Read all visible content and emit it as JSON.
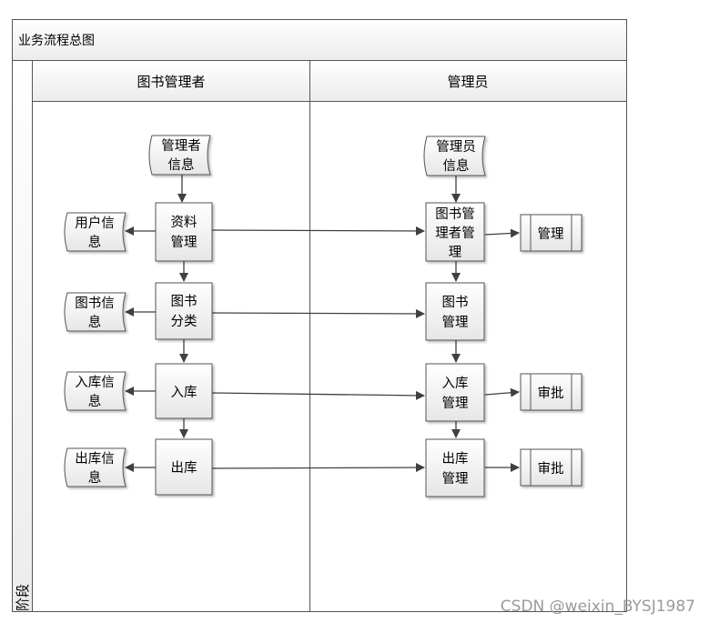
{
  "title": "业务流程总图",
  "lanes": {
    "left": "图书管理者",
    "right": "管理员"
  },
  "phase_label": "阶段",
  "nodes": {
    "admin_info": [
      "管理者",
      "信息"
    ],
    "profile_mgmt": [
      "资料",
      "管理"
    ],
    "user_info": [
      "用户信",
      "息"
    ],
    "book_category": [
      "图书",
      "分类"
    ],
    "book_info": [
      "图书信",
      "息"
    ],
    "stock_in": [
      "入库"
    ],
    "stock_in_info": [
      "入库信",
      "息"
    ],
    "stock_out": [
      "出库"
    ],
    "stock_out_info": [
      "出库信",
      "息"
    ],
    "staff_info": [
      "管理员",
      "信息"
    ],
    "book_admin_mgmt": [
      "图书管",
      "理者管",
      "理"
    ],
    "manage": [
      "管理"
    ],
    "book_mgmt": [
      "图书",
      "管理"
    ],
    "stock_in_mgmt": [
      "入库",
      "管理"
    ],
    "approve_in": [
      "审批"
    ],
    "stock_out_mgmt": [
      "出库",
      "管理"
    ],
    "approve_out": [
      "审批"
    ]
  },
  "watermark": "CSDN @weixin_BYSJ1987"
}
